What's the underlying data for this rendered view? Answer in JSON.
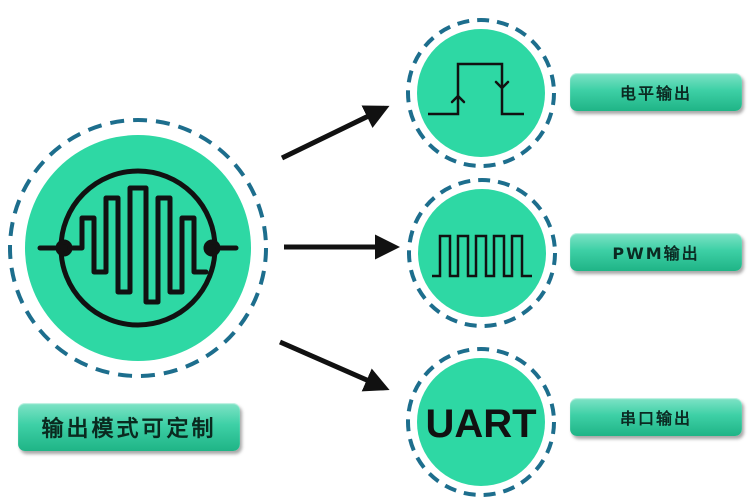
{
  "main": {
    "label": "输出模式可定制",
    "icon": "sensor-heater-coil-icon"
  },
  "outputs": [
    {
      "label": "电平输出",
      "icon": "level-edge-waveform-icon"
    },
    {
      "label": "PWM输出",
      "icon": "pwm-pulse-waveform-icon"
    },
    {
      "label": "串口输出",
      "icon_text": "UART"
    }
  ],
  "colors": {
    "circle_fill": "#2ed8a4",
    "dash_ring": "#1d6e8d",
    "stroke": "#111111",
    "pill_text": "#0b2a22"
  }
}
